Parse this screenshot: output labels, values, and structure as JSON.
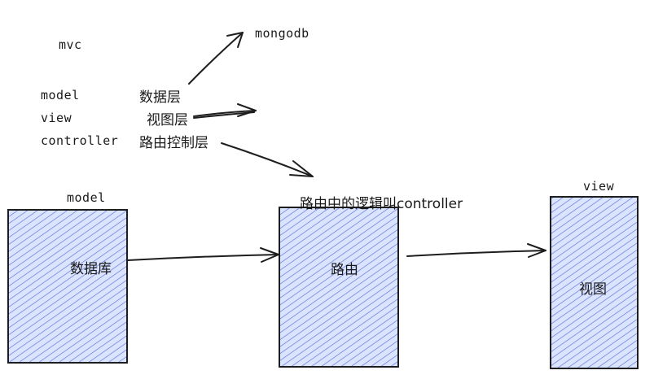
{
  "notes": {
    "mvc": "mvc",
    "model": "model",
    "view": "view",
    "controller": "controller",
    "model_desc": "数据层",
    "view_desc": "视图层",
    "controller_desc": "路由控制层",
    "mongodb": "mongodb"
  },
  "boxes": {
    "model": {
      "title": "model",
      "label": "数据库"
    },
    "router": {
      "title": "路由中的逻辑叫controller",
      "label": "路由"
    },
    "view": {
      "title": "view",
      "label": "视图"
    }
  },
  "colors": {
    "hatch": "#5b6fd6",
    "box_fill": "#dbe4ff",
    "stroke": "#1e1e1e"
  }
}
